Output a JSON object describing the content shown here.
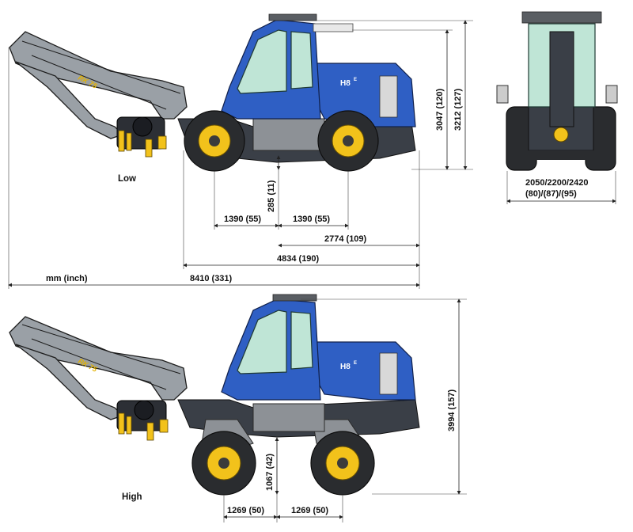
{
  "views": {
    "low": {
      "label": "Low",
      "cab_badge": "H8",
      "cab_badge_sup": "E",
      "boom_badge": "RK 75",
      "dims": {
        "height_cab": "3047  (120)",
        "height_total": "3212  (127)",
        "clearance": "285  (11)",
        "front_axle": "1390  (55)",
        "rear_axle": "1390  (55)",
        "wheelbase_to_rear": "2774  (109)",
        "length_body": "4834  (190)",
        "length_total": "8410  (331)"
      },
      "unit_label": "mm (inch)"
    },
    "front": {
      "widths": "2050/2200/2420",
      "widths_inch": "(80)/(87)/(95)"
    },
    "high": {
      "label": "High",
      "cab_badge": "H8",
      "cab_badge_sup": "E",
      "boom_badge": "RK 75",
      "dims": {
        "height_total": "3994  (157)",
        "clearance": "1067  (42)",
        "front_axle": "1269  (50)",
        "rear_axle": "1269  (50)"
      }
    }
  },
  "colors": {
    "body_blue": "#2f5fc4",
    "rim_yellow": "#f2c21b",
    "glass": "#bfe5d6",
    "boom_grey": "#9aa0a6"
  }
}
